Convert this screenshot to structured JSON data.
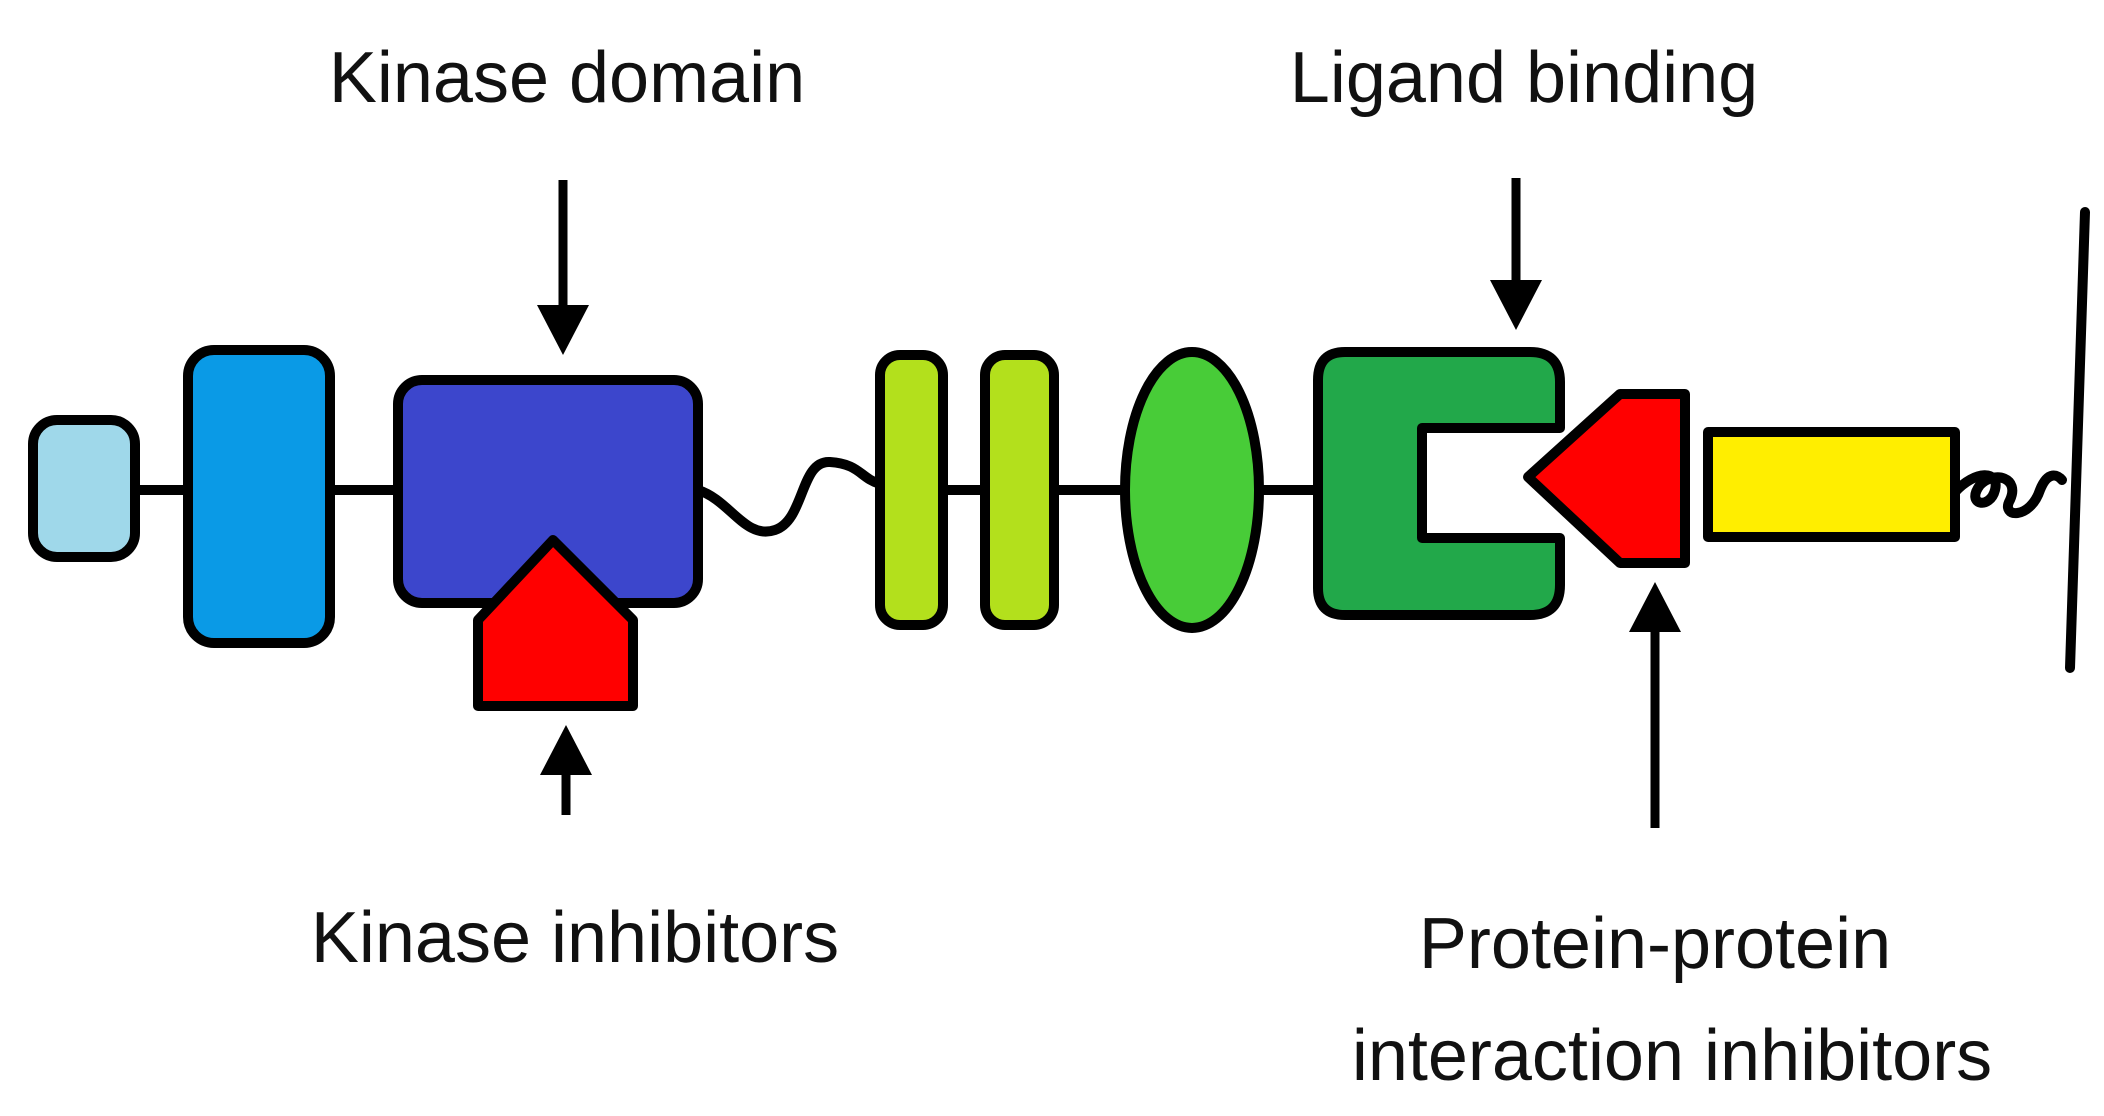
{
  "labels": {
    "kinase_domain": "Kinase domain",
    "ligand_binding": "Ligand binding",
    "kinase_inhibitors": "Kinase inhibitors",
    "ppi_line1": "Protein-protein",
    "ppi_line2": "interaction inhibitors"
  },
  "colors": {
    "n_terminal_domain": "#9fd8ea",
    "blue_domain": "#0a9ae6",
    "kinase_domain": "#3c46cc",
    "inhibitor": "#ff0000",
    "yellow_green_domain": "#b3e01c",
    "green_oval_domain": "#48cc38",
    "ligand_binding_domain": "#22a84a",
    "transmembrane_domain": "#ffee00"
  }
}
